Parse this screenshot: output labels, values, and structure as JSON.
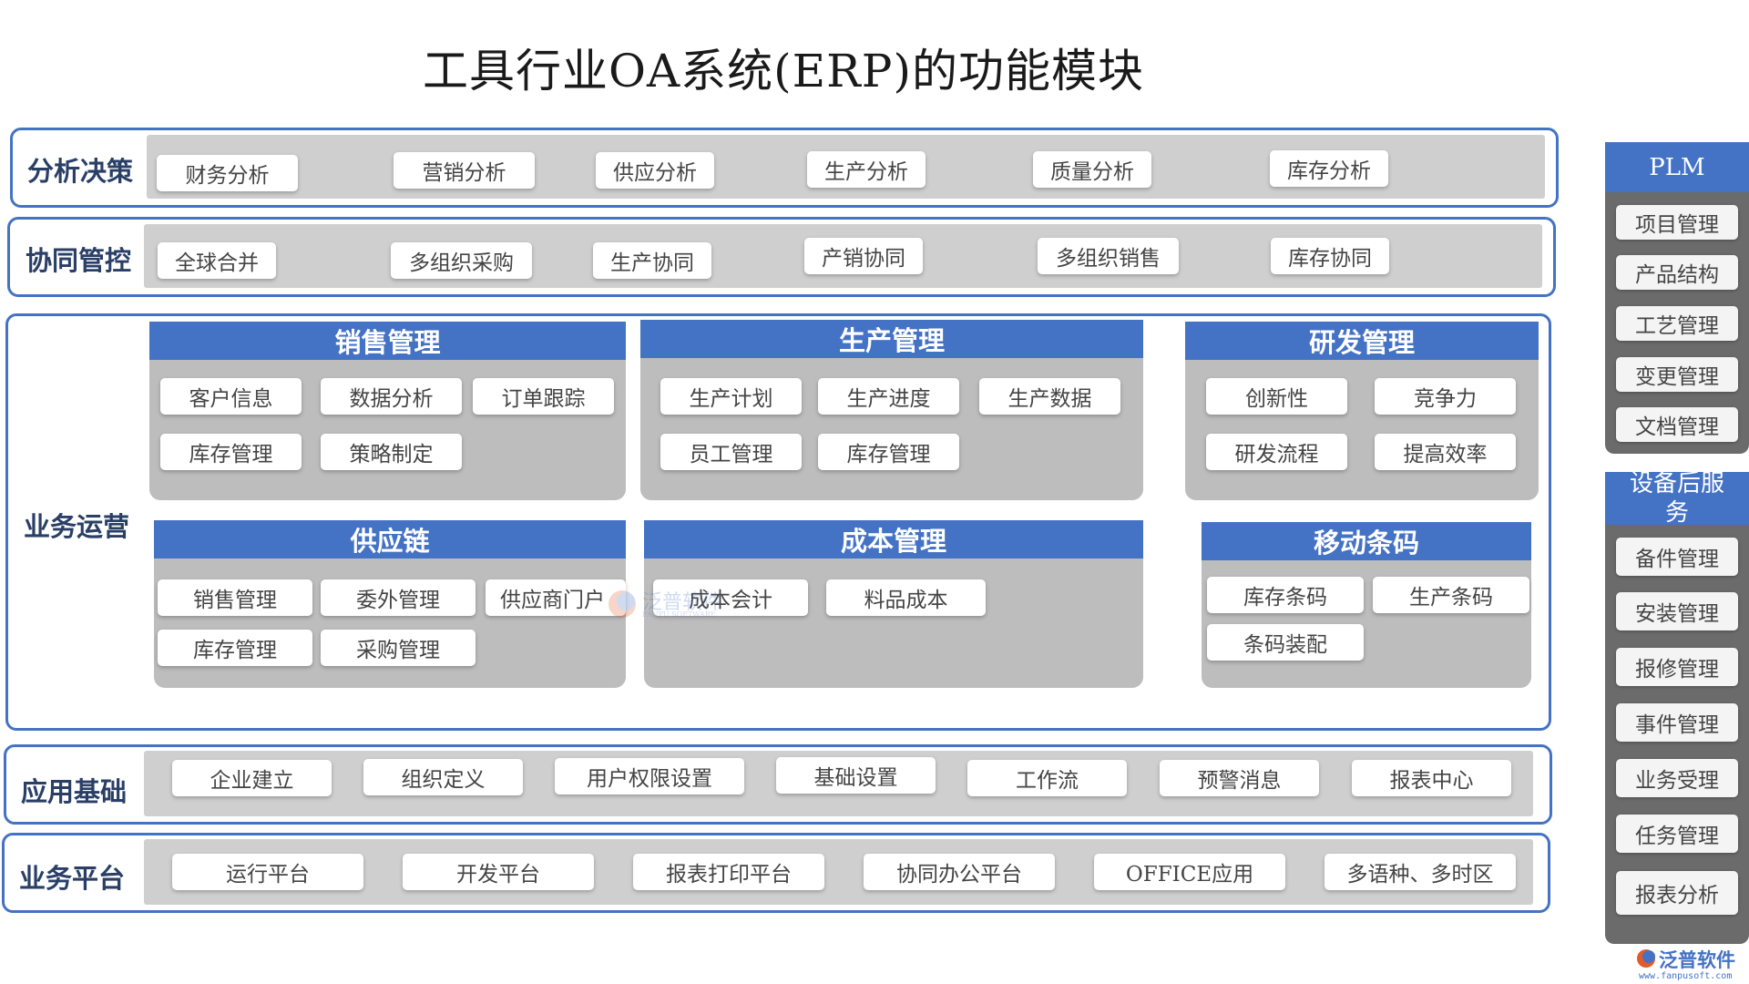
{
  "title": "工具行业OA系统(ERP)的功能模块",
  "bands": {
    "analysis": {
      "label": "分析决策",
      "chips": [
        "财务分析",
        "营销分析",
        "供应分析",
        "生产分析",
        "质量分析",
        "库存分析"
      ]
    },
    "collab": {
      "label": "协同管控",
      "chips": [
        "全球合并",
        "多组织采购",
        "生产协同",
        "产销协同",
        "多组织销售",
        "库存协同"
      ]
    },
    "ops": {
      "label": "业务运营",
      "modules": {
        "sales": {
          "title": "销售管理",
          "items": [
            "客户信息",
            "数据分析",
            "订单跟踪",
            "库存管理",
            "策略制定"
          ]
        },
        "production": {
          "title": "生产管理",
          "items": [
            "生产计划",
            "生产进度",
            "生产数据",
            "员工管理",
            "库存管理"
          ]
        },
        "rd": {
          "title": "研发管理",
          "items": [
            "创新性",
            "竞争力",
            "研发流程",
            "提高效率"
          ]
        },
        "supply": {
          "title": "供应链",
          "items": [
            "销售管理",
            "委外管理",
            "供应商门户",
            "库存管理",
            "采购管理"
          ]
        },
        "cost": {
          "title": "成本管理",
          "items": [
            "成本会计",
            "料品成本"
          ]
        },
        "barcode": {
          "title": "移动条码",
          "items": [
            "库存条码",
            "生产条码",
            "条码装配"
          ]
        }
      }
    },
    "base": {
      "label": "应用基础",
      "chips": [
        "企业建立",
        "组织定义",
        "用户权限设置",
        "基础设置",
        "工作流",
        "预警消息",
        "报表中心"
      ]
    },
    "platform": {
      "label": "业务平台",
      "chips": [
        "运行平台",
        "开发平台",
        "报表打印平台",
        "协同办公平台",
        "OFFICE应用",
        "多语种、多时区"
      ]
    }
  },
  "side": {
    "plm": {
      "title": "PLM",
      "items": [
        "项目管理",
        "产品结构",
        "工艺管理",
        "变更管理",
        "文档管理"
      ]
    },
    "service": {
      "title": "设备后服务",
      "items": [
        "备件管理",
        "安装管理",
        "报修管理",
        "事件管理",
        "业务受理",
        "任务管理",
        "报表分析"
      ]
    }
  },
  "watermark": {
    "name": "泛普软件",
    "en": "FANPU SOFTWARE"
  },
  "logo": {
    "name": "泛普软件",
    "url": "www.fanpusoft.com"
  },
  "colors": {
    "accent": "#4472c4",
    "gray": "#cfcfcf",
    "panel": "#6b6b6b"
  }
}
